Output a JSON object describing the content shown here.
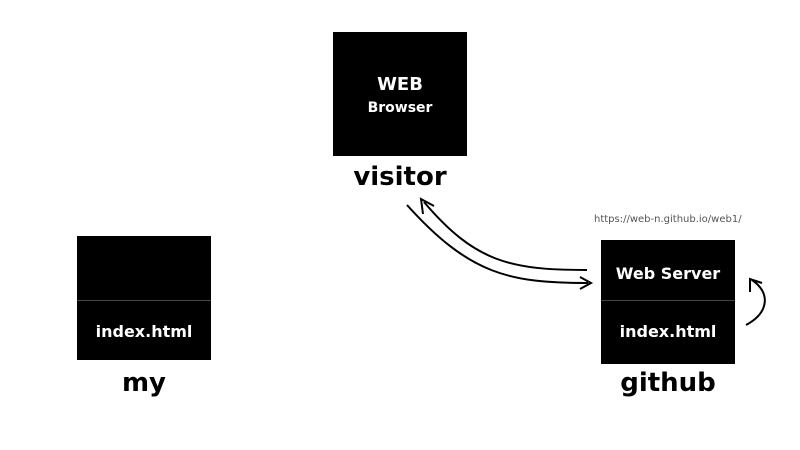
{
  "visitor": {
    "line1": "WEB",
    "line2": "Browser",
    "caption": "visitor"
  },
  "my": {
    "file": "index.html",
    "caption": "my"
  },
  "github": {
    "url": "https://web-n.github.io/web1/",
    "server": "Web Server",
    "file": "index.html",
    "caption": "github"
  },
  "colors": {
    "box": "#000000",
    "text": "#ffffff",
    "background": "#ffffff"
  }
}
